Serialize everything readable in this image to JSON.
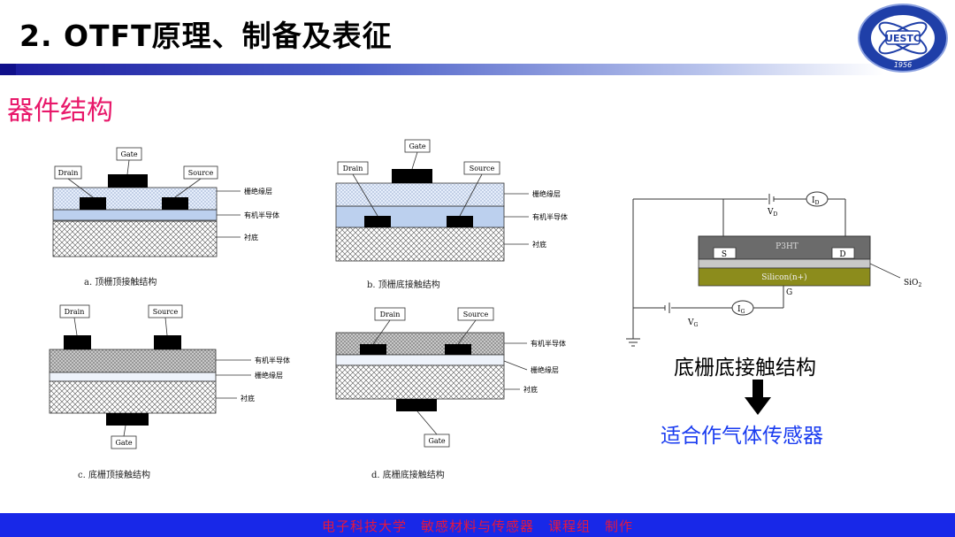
{
  "header": {
    "title": "2. OTFT原理、制备及表征",
    "logo": {
      "text": "UESTC",
      "year": "1956",
      "icon": "university-seal-icon"
    }
  },
  "section_title": "器件结构",
  "diagram_a": {
    "gate": "Gate",
    "drain": "Drain",
    "source": "Source",
    "layer_insulator": "栅绝缘层",
    "layer_semiconductor": "有机半导体",
    "layer_substrate": "衬底",
    "caption": "a. 顶栅顶接触结构"
  },
  "diagram_b": {
    "gate": "Gate",
    "drain": "Drain",
    "source": "Source",
    "layer_insulator": "栅绝缘层",
    "layer_semiconductor": "有机半导体",
    "layer_substrate": "衬底",
    "caption": "b. 顶栅底接触结构"
  },
  "diagram_c": {
    "gate": "Gate",
    "drain": "Drain",
    "source": "Source",
    "layer_semiconductor": "有机半导体",
    "layer_insulator": "栅绝缘层",
    "layer_substrate": "衬底",
    "caption": "c. 底栅顶接触结构"
  },
  "diagram_d": {
    "gate": "Gate",
    "drain": "Drain",
    "source": "Source",
    "layer_semiconductor": "有机半导体",
    "layer_insulator": "栅绝缘层",
    "layer_substrate": "衬底",
    "caption": "d. 底栅底接触结构"
  },
  "circuit": {
    "vd": "V",
    "vd_sub": "D",
    "id": "I",
    "id_sub": "D",
    "p3ht": "P3HT",
    "s": "S",
    "d": "D",
    "silicon": "Silicon(n+)",
    "sio2": "SiO",
    "sio2_sub": "2",
    "g": "G",
    "ig": "I",
    "ig_sub": "G",
    "vg": "V",
    "vg_sub": "G",
    "colors": {
      "p3ht": "#6b6b6b",
      "sio2": "#c8c8c8",
      "silicon": "#8c8c1c"
    }
  },
  "side": {
    "structure": "底栅底接触结构",
    "arrow_icon": "down-arrow-icon",
    "application": "适合作气体传感器",
    "application_color": "#1a3cf0"
  },
  "footer": {
    "text": "电子科技大学　敏感材料与传感器　课程组　制作",
    "bg_color": "#1828e8",
    "text_color": "#e5173f"
  }
}
